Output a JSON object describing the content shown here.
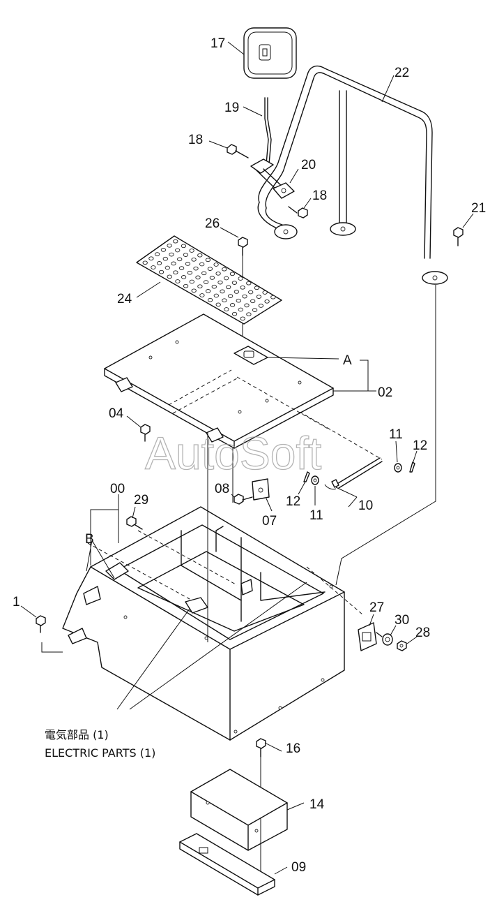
{
  "watermark": "AutoSoft",
  "callouts": {
    "c17": "17",
    "c19": "19",
    "c18a": "18",
    "c18b": "18",
    "c20": "20",
    "c22": "22",
    "c21": "21",
    "c26": "26",
    "c24": "24",
    "cA": "A",
    "c02": "02",
    "c04": "04",
    "c11a": "11",
    "c12a": "12",
    "c12b": "12",
    "c10": "10",
    "c11b": "11",
    "c00": "00",
    "c29": "29",
    "c08": "08",
    "c07": "07",
    "cB": "B",
    "c1": "1",
    "c27": "27",
    "c30": "30",
    "c28": "28",
    "c16": "16",
    "c14": "14",
    "c09": "09"
  },
  "notes": {
    "electric_jp": "電気部品 (1)",
    "electric_en": "ELECTRIC PARTS (1)"
  }
}
